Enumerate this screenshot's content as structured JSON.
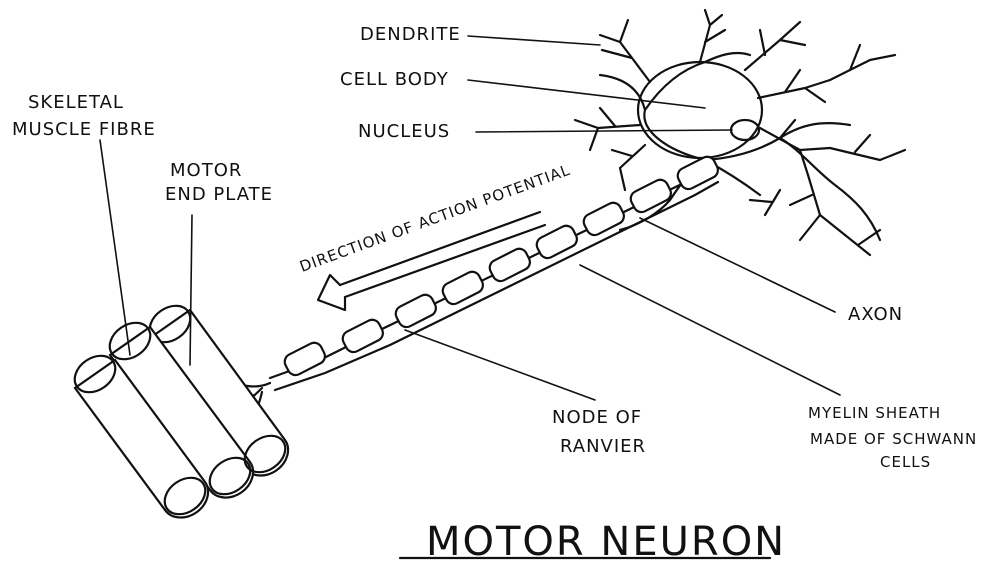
{
  "diagram": {
    "title": "MOTOR NEURON",
    "labels": {
      "dendrite": "DENDRITE",
      "cell_body": "CELL BODY",
      "nucleus": "NUCLEUS",
      "skeletal_muscle_line1": "SKELETAL",
      "skeletal_muscle_line2": "MUSCLE FIBRE",
      "motor_end_plate_line1": "MOTOR",
      "motor_end_plate_line2": "END PLATE",
      "direction": "DIRECTION OF ACTION POTENTIAL",
      "axon": "AXON",
      "node_line1": "NODE OF",
      "node_line2": "RANVIER",
      "myelin_line1": "MYELIN SHEATH",
      "myelin_line2": "MADE OF SCHWANN",
      "myelin_line3": "CELLS"
    }
  }
}
